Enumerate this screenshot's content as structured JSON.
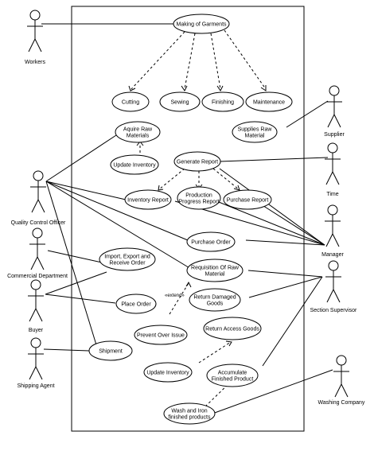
{
  "actors": {
    "workers": "Workers",
    "quality_control_officer": "Quality Control Officer",
    "commercial_department": "Commercial Department",
    "buyer": "Buyer",
    "shipping_agent": "Shipping Agent",
    "supplier": "Supplier",
    "time": "Time",
    "manager": "Manager",
    "section_supervisor": "Section Supervisor",
    "washing_company": "Washing Company"
  },
  "use_cases": {
    "making_of_garments": [
      "Making of Garments"
    ],
    "cutting": [
      "Cutting"
    ],
    "sewing": [
      "Sewing"
    ],
    "finishing": [
      "Finishing"
    ],
    "maintenance": [
      "Maintenance"
    ],
    "acquire_raw_materials": [
      "Aquire Raw",
      "Materials"
    ],
    "supplies_raw_material": [
      "Supplies Raw",
      "Material"
    ],
    "update_inventory_top": [
      "Update Inventory"
    ],
    "generate_report": [
      "Generate Report"
    ],
    "inventory_report": [
      "Inventory Report"
    ],
    "production_progress_report": [
      "Production",
      "Progress Report"
    ],
    "purchase_report": [
      "Purchase Report"
    ],
    "purchase_order": [
      "Purchase Order"
    ],
    "import_export": [
      "Import, Export and",
      "Receive Order"
    ],
    "requisition_raw_material": [
      "Requisition Of Raw",
      "Material"
    ],
    "place_order": [
      "Place Order"
    ],
    "return_damaged_goods": [
      "Return Damaged",
      "Goods"
    ],
    "prevent_over_issue": [
      "Prevent Over Issue"
    ],
    "return_access_goods": [
      "Return Access Goods"
    ],
    "shipment": [
      "Shipment"
    ],
    "update_inventory_bottom": [
      "Update Inventory"
    ],
    "accumulate_finished_product": [
      "Accumulate",
      "Finished Product"
    ],
    "wash_and_iron": [
      "Wash and Iron",
      "finished products"
    ]
  },
  "stereotype": "«extend»"
}
